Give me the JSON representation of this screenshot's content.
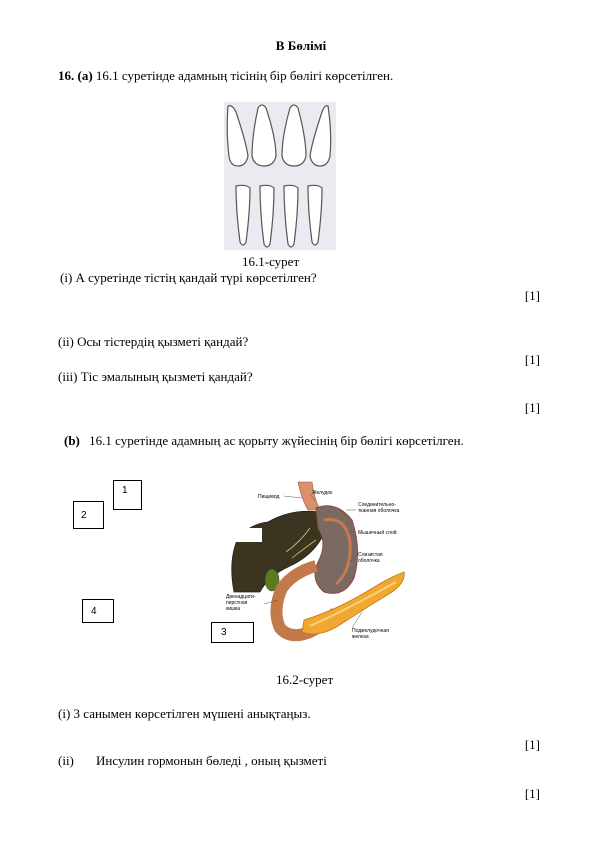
{
  "section_title": "В Бөлімі",
  "q16": {
    "number": "16.",
    "part_a": "(a)",
    "intro_a": "16.1 суретінде адамның тісінің бір бөлігі көрсетілген.",
    "fig1_caption": "16.1-сурет",
    "q_i": "(i) А суретінде тістің қандай түрі көрсетілген?",
    "q_ii": "(ii) Осы тістердің қызметі қандай?",
    "q_iii": "(iii) Тіс эмалының қызметі қандай?",
    "mark": "[1]",
    "part_b": "(b)",
    "intro_b": "16.1 суретінде адамның ас қорыту жүйесінің бір бөлігі көрсетілген.",
    "fig2_caption": "16.2-сурет",
    "qb_i": "(i)  3 санымен көрсетілген мүшені анықтаңыз.",
    "qb_ii_num": "(ii)",
    "qb_ii_text": "Инсулин гормонын бөледі , оның қызметі"
  },
  "diagram_boxes": [
    "1",
    "2",
    "4",
    "3"
  ],
  "diagram_labels": {
    "zheludok": "Желудок",
    "pischevod": "Пищевод",
    "soed": "Соединительно-",
    "soed2": "тканная оболочка",
    "mysh": "Мышечный слой",
    "slizist": "Слизистая",
    "slizist2": "оболочка",
    "duod1": "Двенадцати-",
    "duod2": "перстная",
    "duod3": "кишка",
    "podzh1": "Поджелудочная",
    "podzh2": "железа"
  }
}
